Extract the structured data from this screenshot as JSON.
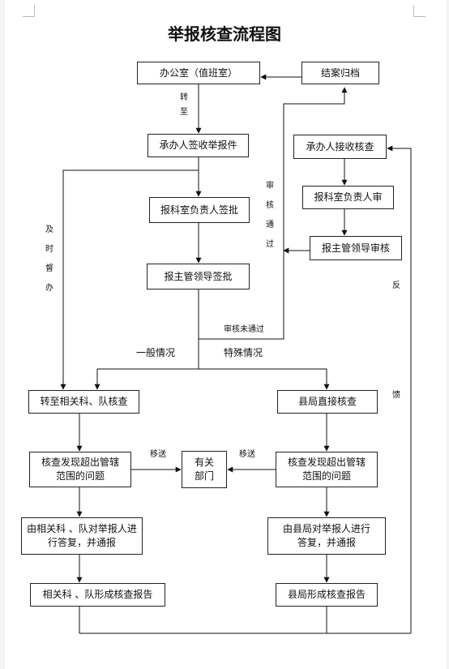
{
  "title": "举报核查流程图",
  "boxes": {
    "office": "办公室（值班室）",
    "archive": "结案归档",
    "sign_receive": "承办人签收举报件",
    "receive_verify": "承办人接收核查",
    "section_head_sign": "报科室负责人签批",
    "section_head_review": "报科室负责人审",
    "leader_sign": "报主管领导签批",
    "leader_review": "报主管领导审核",
    "to_section": "转至相关科、队核查",
    "county_verify": "县局直接核查",
    "left_exceed": "核查发现超出管辖\n范围的问题",
    "dept": "有关\n部门",
    "right_exceed": "核查发现超出管辖\n范围的问题",
    "left_reply": "由相关科 、队对举报人进\n行答复，并通报",
    "right_reply": "由县局对举报人进行\n答复，并通报",
    "left_report": "相关科 、队形成核查报告",
    "right_report": "县局形成核查报告"
  },
  "labels": {
    "transfer": [
      "转",
      "至"
    ],
    "supervise": [
      "及",
      "时",
      "督",
      "办"
    ],
    "approved": [
      "审",
      "核",
      "通",
      "过"
    ],
    "not_approved": "审核未通过",
    "general": "一般情况",
    "special": "特殊情况",
    "send_left": "移送",
    "send_right": "移送",
    "feedback_1": "反",
    "feedback_2": "馈"
  }
}
